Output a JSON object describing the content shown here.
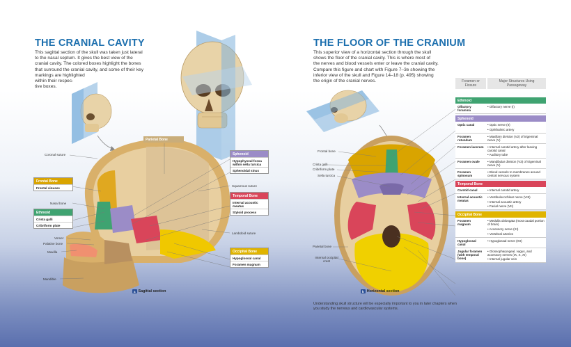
{
  "left": {
    "title": "THE CRANIAL CAVITY",
    "intro_lines": [
      "This sagittal section of the skull was taken just lateral",
      "to the nasal septum. It gives the best view of the",
      "cranial cavity. The colored boxes highlight the bones",
      "that surround the cranial cavity, and some of their key",
      "markings are highlighted",
      "within their respec-",
      "tive boxes."
    ],
    "labels": {
      "coronal_suture": "Coronal suture",
      "nasal_bone": "Nasal bone",
      "vomer": "Vomer",
      "palatine_bone": "Palatine bone",
      "maxilla": "Maxilla",
      "mandible": "Mandible",
      "squamous_suture": "Squamous suture",
      "lambdoid_suture": "Lambdoid suture"
    },
    "parietal": {
      "header": "Parietal Bone",
      "color": "#c9ad7a"
    },
    "frontal": {
      "header": "Frontal Bone",
      "color": "#d9a400",
      "rows": [
        "Frontal sinuses"
      ]
    },
    "ethmoid": {
      "header": "Ethmoid",
      "color": "#3fa371",
      "rows": [
        "Crista galli",
        "Cribriform plate"
      ]
    },
    "sphenoid": {
      "header": "Sphenoid",
      "color": "#9b8cc7",
      "rows": [
        "Hypophyseal fossa within sella turcica",
        "Sphenoidal sinus"
      ]
    },
    "temporal": {
      "header": "Temporal Bone",
      "color": "#d9455a",
      "rows": [
        "Internal acoustic meatus",
        "Styloid process"
      ]
    },
    "occipital": {
      "header": "Occipital Bone",
      "color": "#e0b400",
      "rows": [
        "Hypoglossal canal",
        "Foramen magnum"
      ]
    },
    "caption_badge": "a",
    "caption": "Sagittal section"
  },
  "right": {
    "title": "THE FLOOR OF THE CRANIUM",
    "intro_lines": [
      "This superior view of a horizontal section through the skull",
      "shows the floor of the cranial cavity.  This is where most of",
      "the nerves and blood vessels enter or leave the cranial cavity.",
      "Compare this figure and chart with Figure 7–3e showing the",
      "inferior view of the skull and Figure 14–18 (p. 495) showing",
      "the origin of the cranial nerves."
    ],
    "labels": {
      "frontal_bone": "Frontal bone",
      "crista_galli": "Crista galli",
      "cribriform_plate": "Cribriform plate",
      "sella_turcica": "Sella turcica",
      "parietal_bone": "Parietal bone",
      "internal_occipital_crest": "Internal occipital crest"
    },
    "caption_badge": "b",
    "caption": "Horizontal section",
    "bottom_note": "Understanding skull structure will be especially important to you in later chapters when you study the nervous and cardiovascular systems.",
    "table": {
      "head_left": "Foramen or Fissure",
      "head_right": "Major Structures Using Passageway",
      "sections": [
        {
          "name": "Ethmoid",
          "color": "#3fa371",
          "rows": [
            {
              "foramen": "Olfactory foramina",
              "items": [
                "• Olfactory nerve (I)"
              ]
            }
          ]
        },
        {
          "name": "Sphenoid",
          "color": "#9b8cc7",
          "rows": [
            {
              "foramen": "Optic canal",
              "items": [
                "• Optic nerve (II)",
                "• Ophthalmic artery"
              ]
            },
            {
              "foramen": "Foramen rotundum",
              "items": [
                "• Maxillary division (V2) of trigeminal nerve (V)"
              ]
            },
            {
              "foramen": "Foramen lacerum",
              "items": [
                "• Internal carotid artery after leaving carotid canal",
                "• Auditory tube"
              ]
            },
            {
              "foramen": "Foramen ovale",
              "items": [
                "• Mandibular division (V3) of trigeminal nerve (V)"
              ]
            },
            {
              "foramen": "Foramen spinosum",
              "items": [
                "• Blood vessels to membranes around central nervous system"
              ]
            }
          ]
        },
        {
          "name": "Temporal Bone",
          "color": "#d9455a",
          "rows": [
            {
              "foramen": "Carotid canal",
              "items": [
                "• Internal carotid artery"
              ]
            },
            {
              "foramen": "Internal acoustic meatus",
              "items": [
                "• Vestibulocochlear nerve (VIII)",
                "• Internal acoustic artery",
                "• Facial nerve (VII)"
              ]
            }
          ]
        },
        {
          "name": "Occipital Bone",
          "color": "#e0b400",
          "rows": [
            {
              "foramen": "Foramen magnum",
              "items": [
                "• Medulla oblongata (most caudal portion of brain)",
                "• Accessory nerve (XI)",
                "• Vertebral arteries"
              ]
            },
            {
              "foramen": "Hypoglossal canal",
              "items": [
                "• Hypoglossal nerve (XII)"
              ]
            },
            {
              "foramen": "Jugular foramen (with temporal bone)",
              "items": [
                "• Glossopharyngeal, vagus, and accessory nerves (IX, X, XI)",
                "• Internal jugular vein"
              ]
            }
          ]
        }
      ]
    }
  },
  "colors": {
    "title_blue": "#1c6fae",
    "bone": "#e8d3a8",
    "bone_dark": "#c9ad7a",
    "plane_blue": "#9fc4e4"
  }
}
